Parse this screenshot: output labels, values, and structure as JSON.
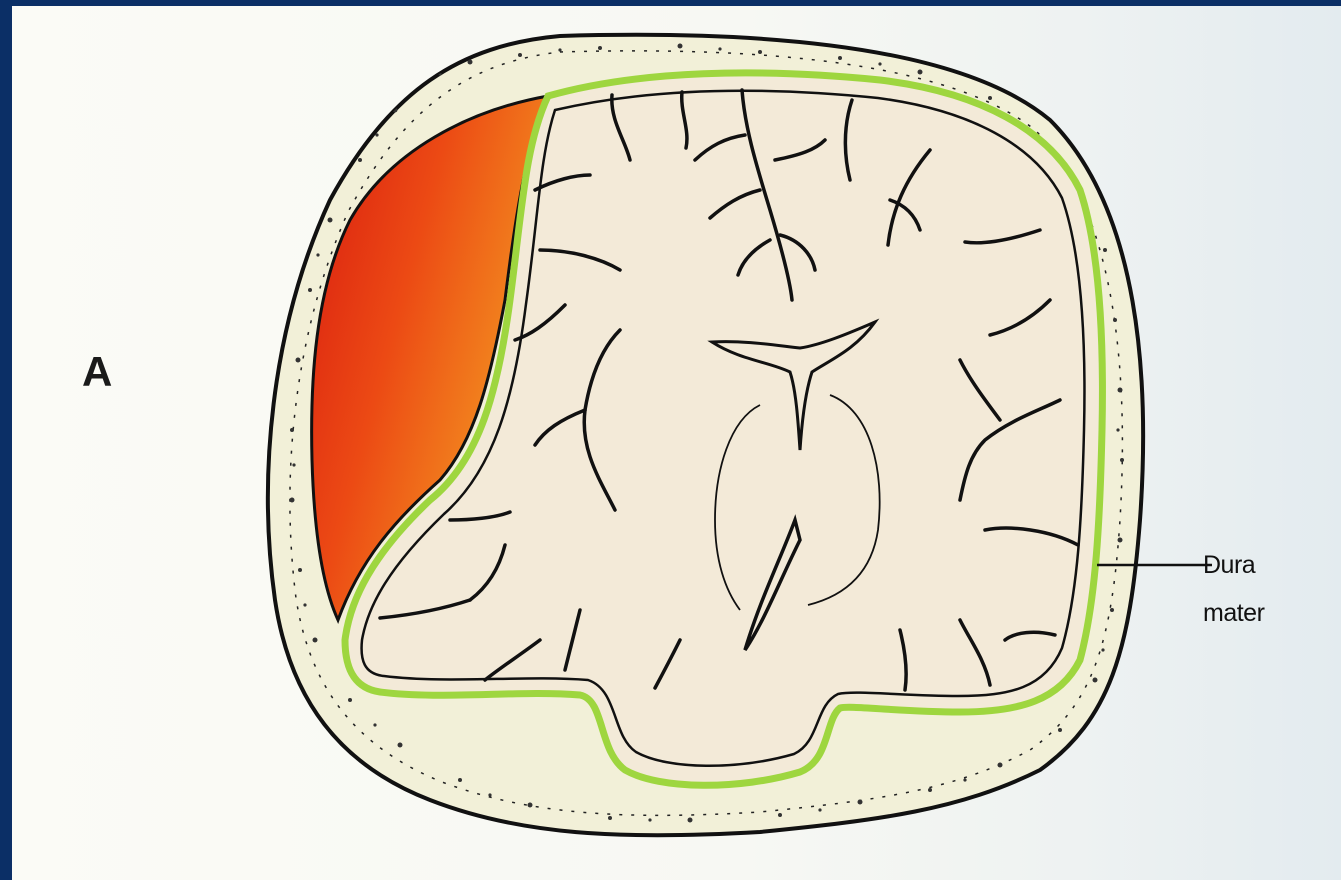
{
  "figure": {
    "panel_letter": "A",
    "label_line1": "Dura",
    "label_line2": "mater",
    "colors": {
      "background_border": "#0b2f66",
      "page": "#fbfbf6",
      "skull": "#f2f0d8",
      "brain": "#f3ead8",
      "dura": "#9ed63f",
      "hematoma_dark": "#d81a10",
      "hematoma_light": "#f39a22",
      "outline": "#111111"
    }
  }
}
